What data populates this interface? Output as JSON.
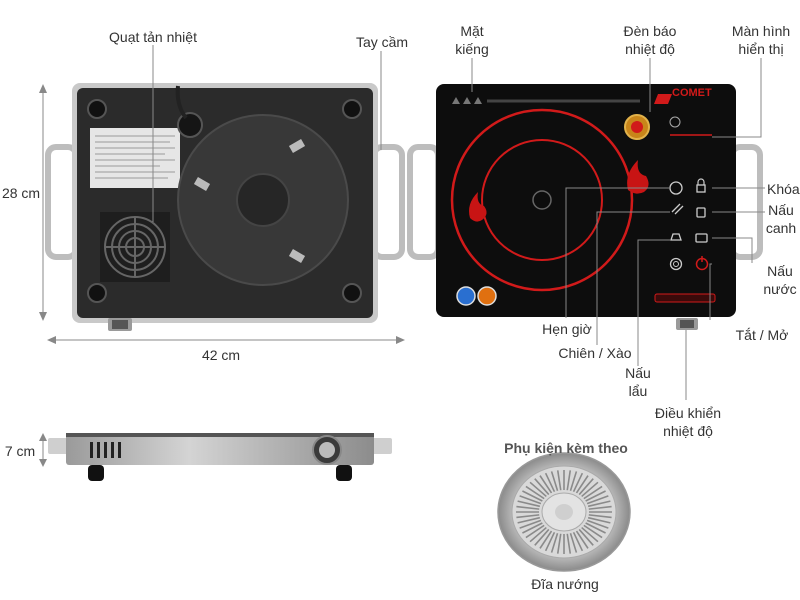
{
  "top_view": {
    "fan_label": "Quạt tản nhiệt",
    "handle_label": "Tay cầm",
    "height_dim": "28 cm",
    "width_dim": "42 cm"
  },
  "front_panel": {
    "glass_label": [
      "Mặt",
      "kiếng"
    ],
    "temp_light_label": [
      "Đèn báo",
      "nhiệt độ"
    ],
    "display_label": [
      "Màn hình",
      "hiển thị"
    ],
    "lock_label": "Khóa",
    "soup_label": [
      "Nấu",
      "canh"
    ],
    "boil_water_label": [
      "Nấu",
      "nước"
    ],
    "power_label": "Tắt / Mở",
    "timer_label": "Hẹn giờ",
    "fry_label": "Chiên / Xào",
    "hotpot_label": [
      "Nấu",
      "lẩu"
    ],
    "temp_control_label": [
      "Điều khiển",
      "nhiệt độ"
    ],
    "brand_logo": "COMET"
  },
  "side_view": {
    "height_dim": "7 cm"
  },
  "accessory": {
    "title": "Phụ kiện kèm theo",
    "grill_label": "Đĩa nướng"
  }
}
